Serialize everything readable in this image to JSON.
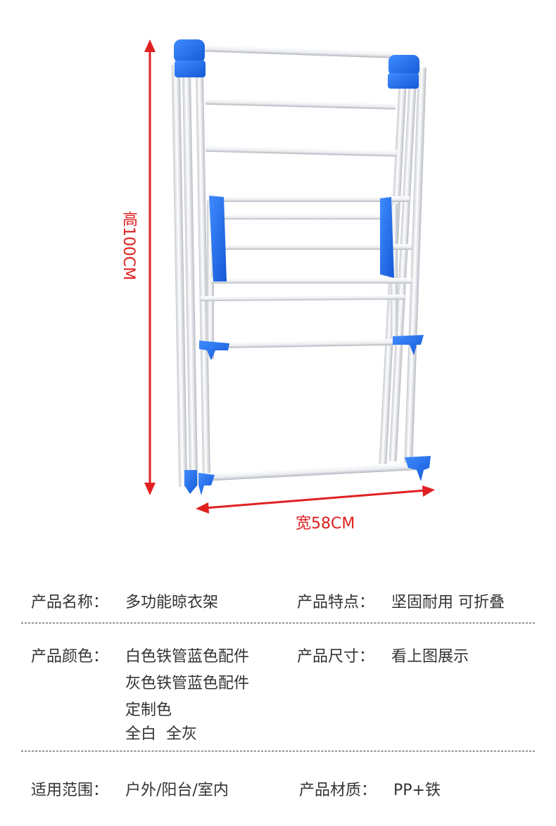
{
  "dimensions": {
    "height_label": "高100CM",
    "width_label": "宽58CM"
  },
  "colors": {
    "accent_blue": "#1f6ee8",
    "arrow_red": "#e02020",
    "tube": "#eef0f3"
  },
  "specs": {
    "row1": {
      "name_label": "产品名称：",
      "name_value": "多功能晾衣架",
      "feature_label": "产品特点：",
      "feature_value": "坚固耐用 可折叠"
    },
    "row2": {
      "color_label": "产品颜色：",
      "color_values": [
        "白色铁管蓝色配件",
        "灰色铁管蓝色配件",
        "定制色",
        "全白  全灰"
      ],
      "size_label": "产品尺寸：",
      "size_value": "看上图展示"
    },
    "row3": {
      "scope_label": "适用范围：",
      "scope_value": "户外/阳台/室内",
      "material_label": "产品材质：",
      "material_value": "PP+铁"
    }
  }
}
